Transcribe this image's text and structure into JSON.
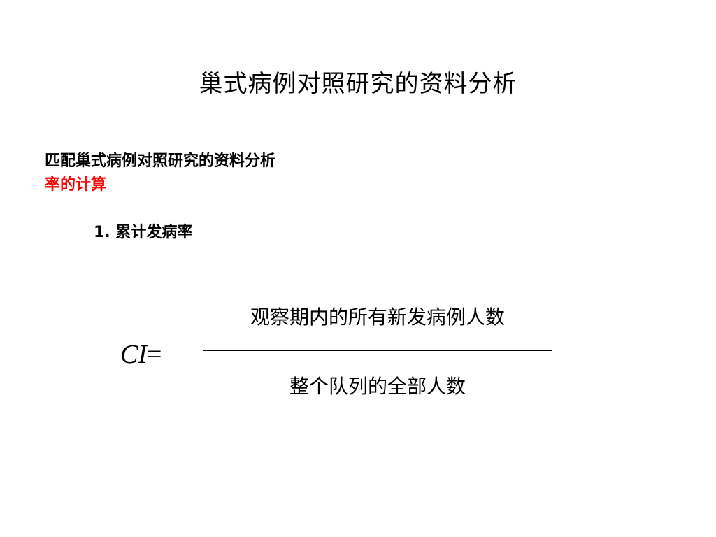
{
  "slide": {
    "title": "巢式病例对照研究的资料分析",
    "section_heading": "匹配巢式病例对照研究的资料分析",
    "subsection_heading": "率的计算",
    "list_item": "1. 累计发病率"
  },
  "formula": {
    "lhs_variable": "CI",
    "lhs_operator": "=",
    "numerator": "观察期内的所有新发病例人数",
    "denominator": "整个队列的全部人数"
  },
  "colors": {
    "text": "#000000",
    "accent": "#ff0000",
    "background": "#ffffff"
  }
}
